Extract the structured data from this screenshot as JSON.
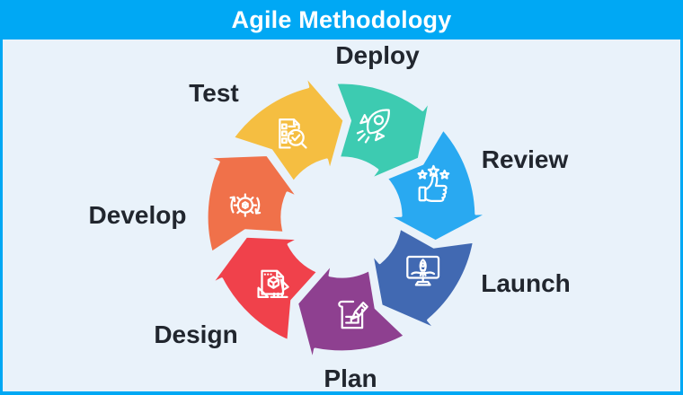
{
  "header": {
    "title": "Agile Methodology"
  },
  "colors": {
    "frame": "#00A8F4",
    "panel_bg": "#E9F2FA",
    "title_text": "#FFFFFF",
    "label_text": "#21262E",
    "icon_stroke": "#FFFFFF"
  },
  "ring": {
    "direction": "clockwise",
    "segments": [
      {
        "label": "Deploy",
        "color": "#3DCBB1",
        "icon": "rocket-icon"
      },
      {
        "label": "Review",
        "color": "#29A9F1",
        "icon": "thumbs-up-stars-icon"
      },
      {
        "label": "Launch",
        "color": "#4169B2",
        "icon": "rocket-monitor-icon"
      },
      {
        "label": "Plan",
        "color": "#8E4090",
        "icon": "blueprint-pencil-icon"
      },
      {
        "label": "Design",
        "color": "#F0414B",
        "icon": "design-tools-icon"
      },
      {
        "label": "Develop",
        "color": "#F0714A",
        "icon": "gear-sync-icon"
      },
      {
        "label": "Test",
        "color": "#F5BE41",
        "icon": "checklist-magnifier-icon"
      }
    ]
  }
}
